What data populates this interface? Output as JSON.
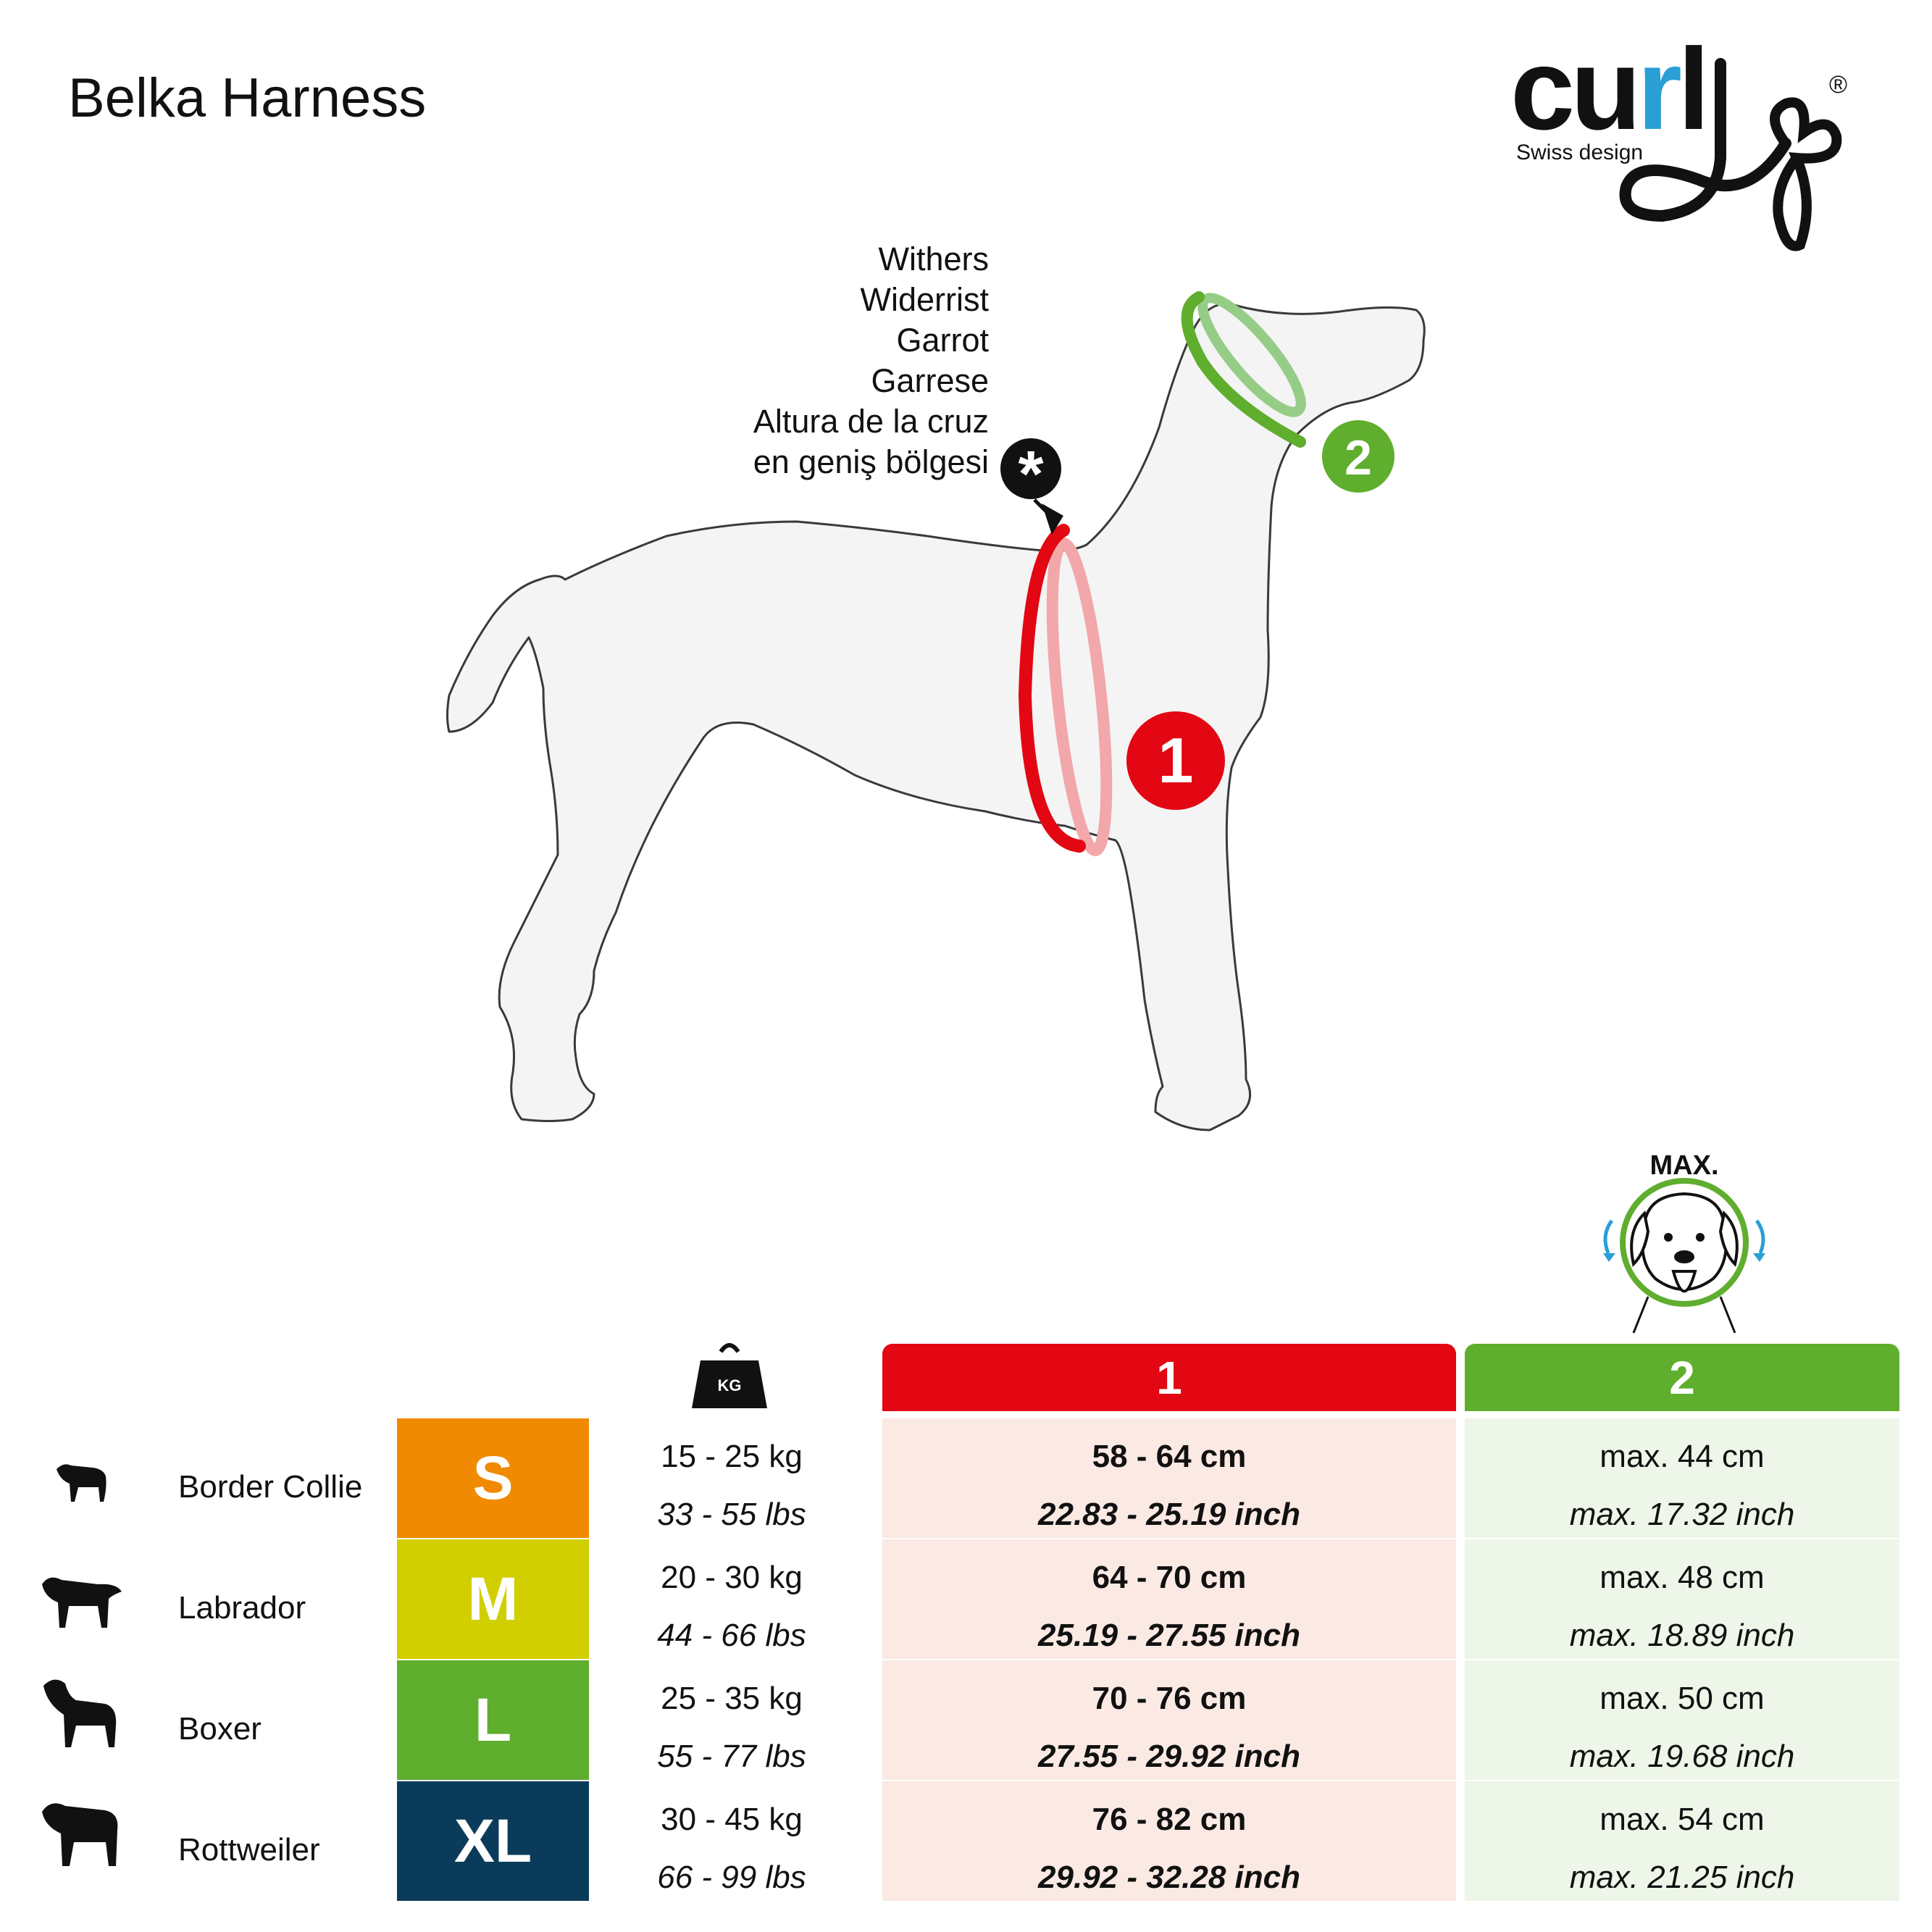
{
  "title": "Belka Harness",
  "logo": {
    "wordmark": "curli",
    "tagline": "Swiss design",
    "registered": "®"
  },
  "withers_labels": [
    "Withers",
    "Widerrist",
    "Garrot",
    "Garrese",
    "Altura de la cruz",
    "en geniş bölgesi"
  ],
  "diagram": {
    "marker_1": "1",
    "marker_2": "2",
    "asterisk": "*",
    "max_label": "MAX.",
    "colors": {
      "red": "#e30613",
      "green": "#5fae2e",
      "dog_fill": "#f4f4f4",
      "dog_stroke": "#3a3a3a",
      "arrow_blue": "#2a9fd6"
    }
  },
  "table": {
    "weight_icon_label": "KG",
    "col1_header": "1",
    "col2_header": "2",
    "rows": [
      {
        "breed": "Border Collie",
        "size": "S",
        "size_color": "#f08a00",
        "kg": "15 - 25 kg",
        "lbs": "33 - 55 lbs",
        "m1_cm": "58 - 64 cm",
        "m1_inch": "22.83 - 25.19 inch",
        "m2_cm": "max. 44 cm",
        "m2_inch": "max. 17.32 inch"
      },
      {
        "breed": "Labrador",
        "size": "M",
        "size_color": "#d1cf00",
        "kg": "20 - 30 kg",
        "lbs": "44 - 66 lbs",
        "m1_cm": "64 - 70 cm",
        "m1_inch": "25.19 - 27.55 inch",
        "m2_cm": "max. 48 cm",
        "m2_inch": "max. 18.89 inch"
      },
      {
        "breed": "Boxer",
        "size": "L",
        "size_color": "#5fae2e",
        "kg": "25 - 35 kg",
        "lbs": "55 - 77 lbs",
        "m1_cm": "70 - 76 cm",
        "m1_inch": "27.55 - 29.92 inch",
        "m2_cm": "max. 50 cm",
        "m2_inch": "max. 19.68 inch"
      },
      {
        "breed": "Rottweiler",
        "size": "XL",
        "size_color": "#0b3b5a",
        "kg": "30 - 45 kg",
        "lbs": "66 - 99 lbs",
        "m1_cm": "76 - 82 cm",
        "m1_inch": "29.92 - 32.28 inch",
        "m2_cm": "max. 54 cm",
        "m2_inch": "max. 21.25 inch"
      }
    ]
  }
}
